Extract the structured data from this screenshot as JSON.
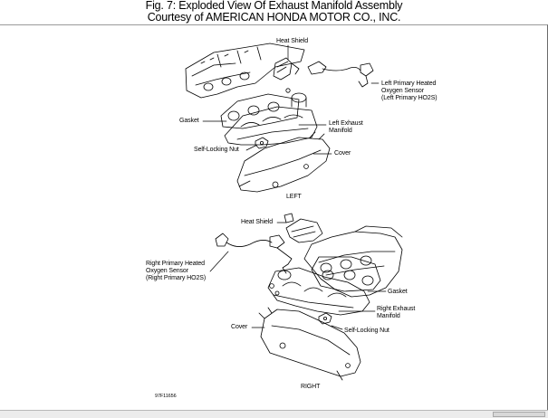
{
  "caption": {
    "line1": "Fig. 7: Exploded View Of Exhaust Manifold Assembly",
    "line2": "Courtesy of AMERICAN HONDA MOTOR CO., INC."
  },
  "left_view": {
    "heat_shield": "Heat Shield",
    "sensor_line1": "Left Primary Heated",
    "sensor_line2": "Oxygen Sensor",
    "sensor_line3": "(Left Primary HO2S)",
    "gasket": "Gasket",
    "manifold_line1": "Left Exhaust",
    "manifold_line2": "Manifold",
    "nut": "Self-Locking Nut",
    "cover": "Cover",
    "title": "LEFT"
  },
  "right_view": {
    "heat_shield": "Heat Shield",
    "sensor_line1": "Right Primary Heated",
    "sensor_line2": "Oxygen Sensor",
    "sensor_line3": "(Right Primary HO2S)",
    "gasket": "Gasket",
    "manifold_line1": "Right Exhaust",
    "manifold_line2": "Manifold",
    "cover": "Cover",
    "nut": "Self-Locking Nut",
    "title": "RIGHT"
  },
  "figure_code": "97F11656"
}
